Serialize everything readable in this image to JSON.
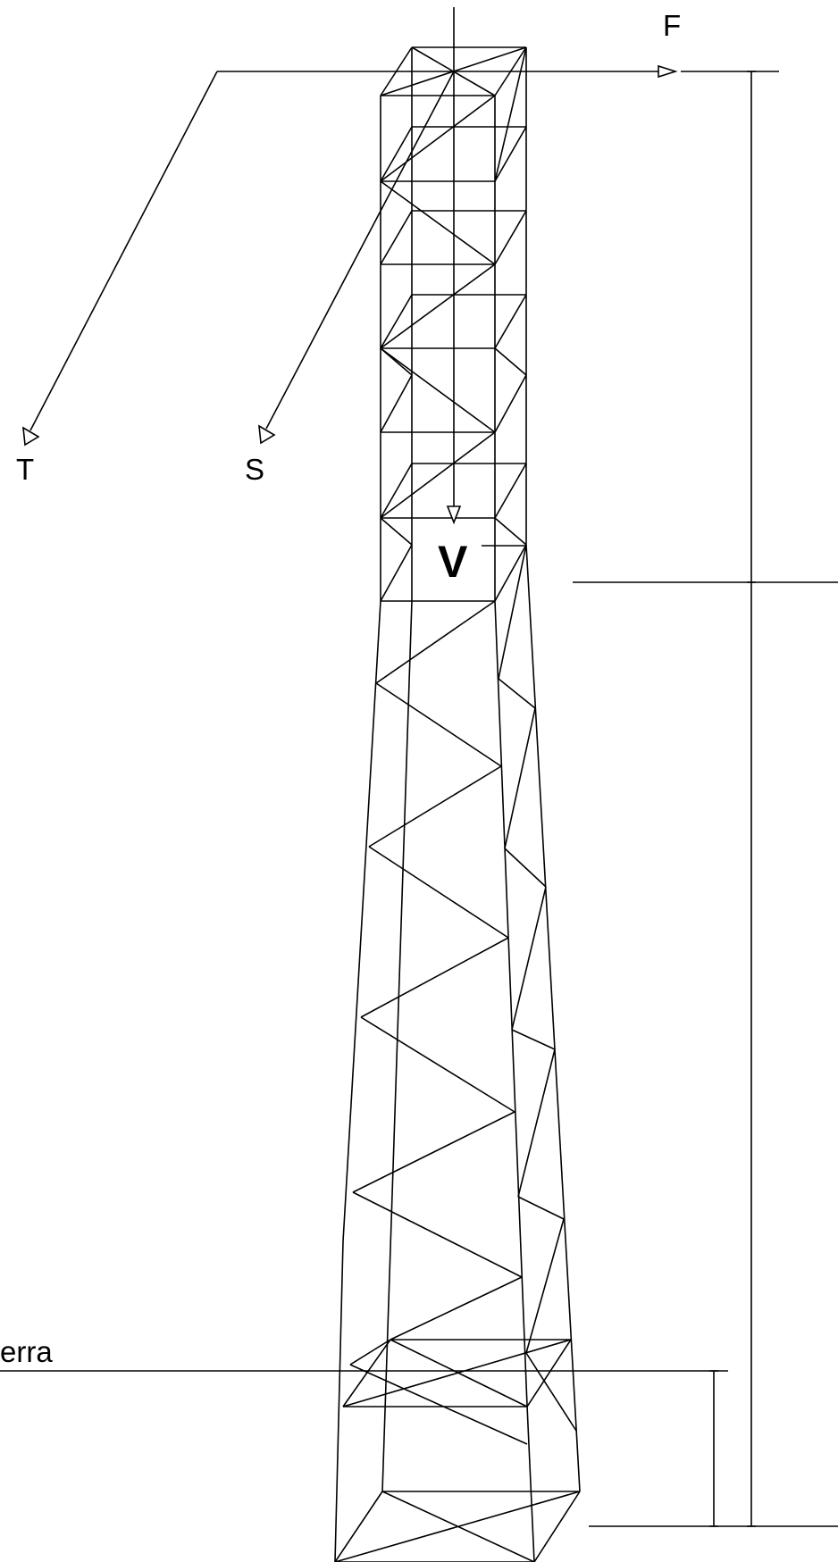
{
  "labels": {
    "force_f": "F",
    "force_t": "T",
    "force_s": "S",
    "force_v": "V",
    "ground": "erra"
  },
  "colors": {
    "stroke": "#000000",
    "background": "#ffffff"
  }
}
